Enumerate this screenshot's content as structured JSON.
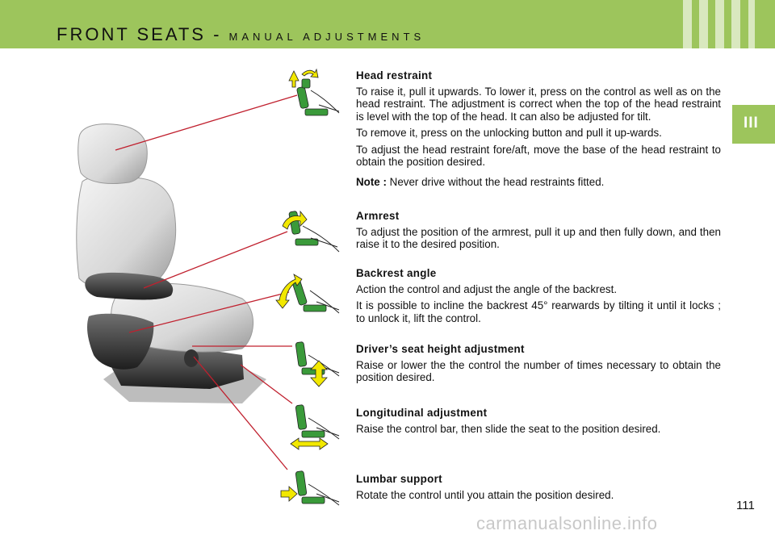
{
  "header": {
    "title": "FRONT SEATS - ",
    "subtitle": "MANUAL ADJUSTMENTS"
  },
  "chapter": {
    "label": "III"
  },
  "sections": {
    "head_restraint": {
      "heading": "Head restraint",
      "p1": "To raise it, pull it upwards. To lower it, press on the control as well as on the head restraint. The adjustment is correct when the top of the head restraint is level with the top of the head. It can also be adjusted for tilt.",
      "p2": "To remove it, press on the unlocking button and pull it up-wards.",
      "p3": "To adjust the head restraint fore/aft, move the base of the head restraint to obtain the position desired.",
      "note_label": "Note :",
      "note_text": " Never drive without the head restraints fitted."
    },
    "armrest": {
      "heading": "Armrest",
      "p1": "To adjust the position of the armrest, pull it up and then fully down, and then raise it to the desired position."
    },
    "backrest": {
      "heading": "Backrest angle",
      "p1": "Action the control and adjust the angle of the backrest.",
      "p2": "It is possible to incline the backrest 45° rearwards by tilting it until it locks ; to unlock it, lift the control."
    },
    "height": {
      "heading": "Driver’s seat height adjustment",
      "p1": "Raise or lower the the control the number of times necessary to obtain the position desired."
    },
    "longitudinal": {
      "heading": "Longitudinal adjustment",
      "p1": "Raise the control bar, then slide the seat to the position desired."
    },
    "lumbar": {
      "heading": "Lumbar support",
      "p1": "Rotate the control until you attain the position desired."
    }
  },
  "page_number": "111",
  "watermark": "carmanualsonline.info",
  "colors": {
    "accent_green": "#9dc55c",
    "stripe": "#d9e8bf",
    "leader_line": "#c0202e",
    "arrow_yellow": "#f2e800",
    "seat_green": "#3a9a3a"
  }
}
